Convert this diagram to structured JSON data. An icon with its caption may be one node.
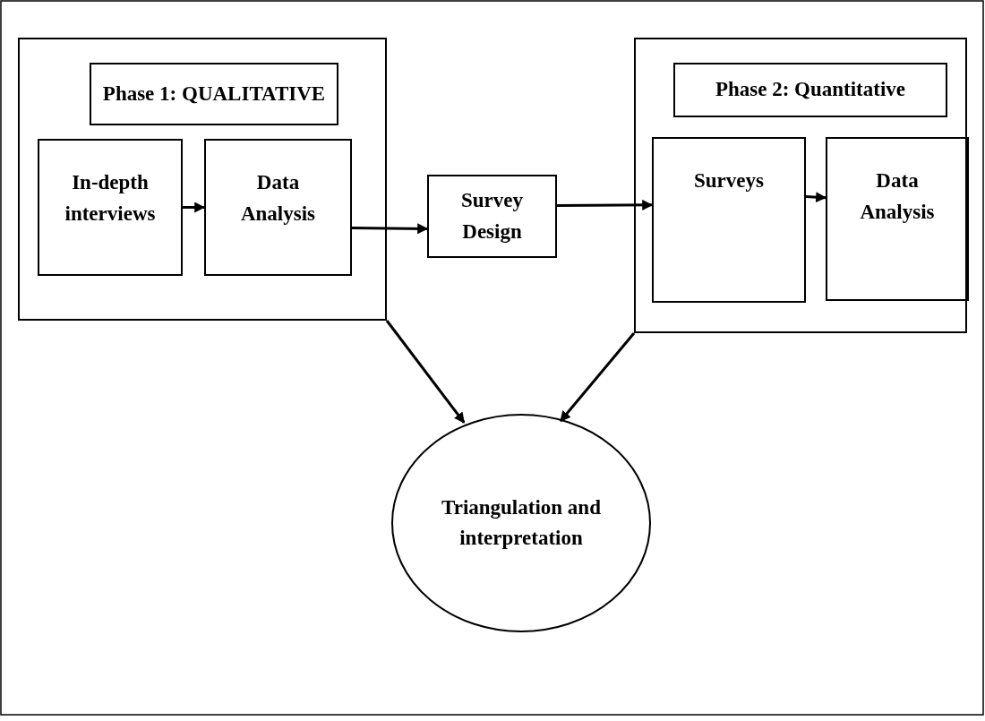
{
  "diagram": {
    "nodes": [
      {
        "text": [],
        "shape": "box"
      },
      {
        "text": [
          "Phase 1: QUALITATIVE"
        ],
        "in": 0
      },
      {
        "text": [
          "In-depth interviews"
        ],
        "in": 0
      },
      {
        "text": [
          "Data Analysis"
        ],
        "in": 0
      },
      {
        "text": [
          "Survey Design"
        ]
      },
      {
        "text": [],
        "shape": "box"
      },
      {
        "text": [
          "Phase 2: Quantitative"
        ],
        "in": 5
      },
      {
        "text": [
          "Surveys"
        ],
        "in": 5
      },
      {
        "text": [
          "Data Analysis"
        ],
        "in": 5
      },
      {
        "text": [
          "Triangulation and interpretation"
        ]
      }
    ],
    "edges": [
      {
        "from": 2,
        "to": 3,
        "arrow": "to"
      },
      {
        "from": 3,
        "to": 4,
        "arrow": "to"
      },
      {
        "from": 4,
        "to": 7,
        "arrow": "to"
      },
      {
        "from": 7,
        "to": 8,
        "arrow": "to"
      },
      {
        "from": 0,
        "to": 9,
        "arrow": "to"
      },
      {
        "from": 5,
        "to": 9,
        "arrow": "to"
      }
    ]
  }
}
